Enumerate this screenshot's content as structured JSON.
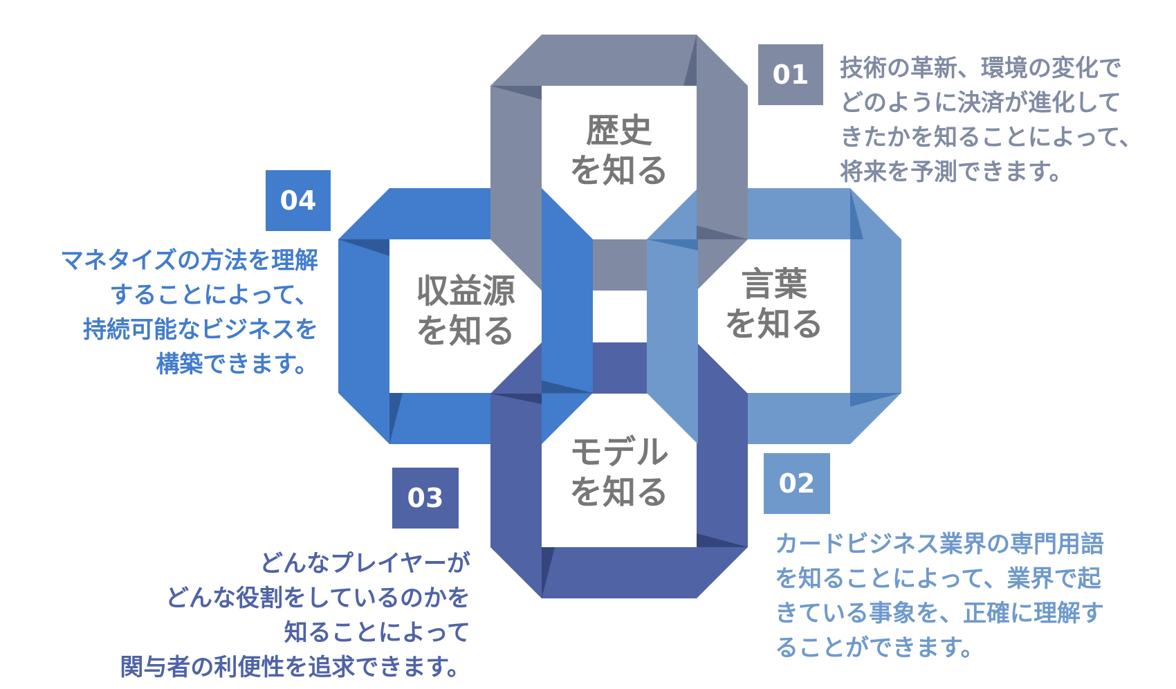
{
  "colors": {
    "history": "#808ba3",
    "language": "#6f99cb",
    "model": "#4f63a5",
    "revenue": "#427ccc",
    "label_text": "#777777"
  },
  "items": [
    {
      "key": "history",
      "number": "01",
      "title": [
        "歴史",
        "を知る"
      ],
      "description": [
        "技術の革新、環境の変化で",
        "どのように決済が進化して",
        "きたかを知ることによって、",
        "将来を予測できます。"
      ]
    },
    {
      "key": "language",
      "number": "02",
      "title": [
        "言葉",
        "を知る"
      ],
      "description": [
        "カードビジネス業界の専門用語",
        "を知ることによって、業界で起",
        "きている事象を、正確に理解す",
        "ることができます。"
      ]
    },
    {
      "key": "model",
      "number": "03",
      "title": [
        "モデル",
        "を知る"
      ],
      "description": [
        "どんなプレイヤーが",
        "どんな役割をしているのかを",
        "知ることによって",
        "関与者の利便性を追求できます。"
      ]
    },
    {
      "key": "revenue",
      "number": "04",
      "title": [
        "収益源",
        "を知る"
      ],
      "description": [
        "マネタイズの方法を理解",
        "することによって、",
        "持続可能なビジネスを",
        "構築できます。"
      ]
    }
  ]
}
